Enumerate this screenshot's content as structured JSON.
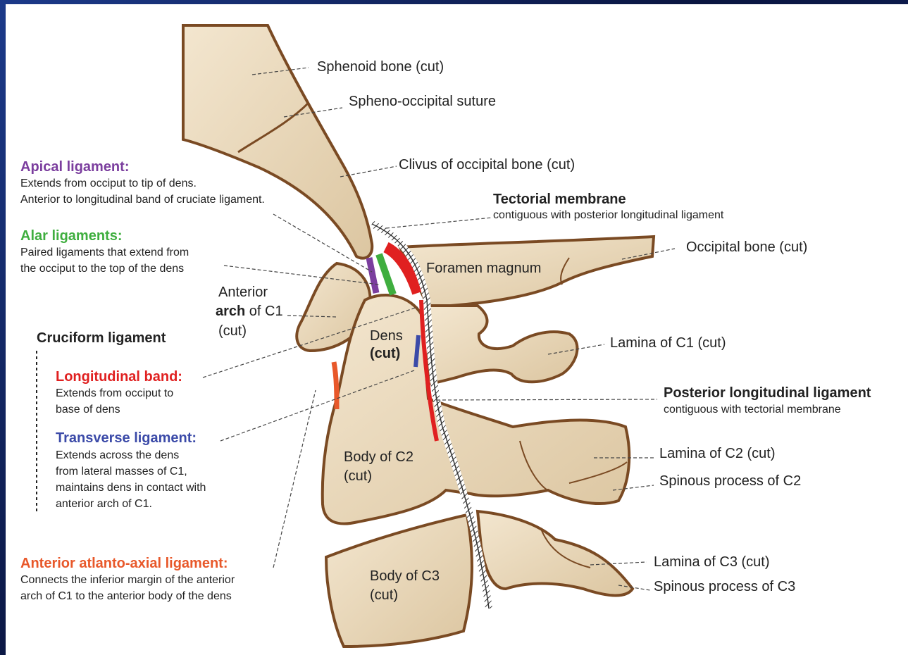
{
  "colors": {
    "bone_fill": "#ecdcc0",
    "bone_outline": "#7a4a23",
    "apical": "#7b3e9e",
    "alar": "#3fae3f",
    "longitudinal": "#e02020",
    "transverse": "#3b4aa8",
    "anterior_atlanto_axial": "#e8582a",
    "text": "#222222"
  },
  "structure_labels": {
    "sphenoid": "Sphenoid bone (cut)",
    "spheno_occipital": "Spheno-occipital suture",
    "clivus": "Clivus of occipital bone (cut)",
    "tectorial_title": "Tectorial membrane",
    "tectorial_sub": "contiguous with posterior longitudinal ligament",
    "occipital": "Occipital bone (cut)",
    "foramen": "Foramen magnum",
    "anterior_arch_line1": "Anterior",
    "anterior_arch_line2_bold": "arch",
    "anterior_arch_line2_rest": " of C1",
    "anterior_arch_line3": "(cut)",
    "dens_line1": "Dens",
    "dens_line2": "(cut)",
    "lamina_c1": "Lamina of C1 (cut)",
    "pll_title": "Posterior longitudinal ligament",
    "pll_sub": "contiguous with tectorial membrane",
    "body_c2_line1": "Body of C2",
    "body_c2_line2": "(cut)",
    "lamina_c2": "Lamina of C2 (cut)",
    "spinous_c2": "Spinous process of C2",
    "body_c3_line1": "Body of C3",
    "body_c3_line2": "(cut)",
    "lamina_c3": "Lamina of C3 (cut)",
    "spinous_c3": "Spinous process of C3"
  },
  "ligament_notes": {
    "apical_title": "Apical ligament:",
    "apical_desc": "Extends from occiput to tip of dens.\nAnterior to longitudinal band of cruciate ligament.",
    "alar_title": "Alar ligaments:",
    "alar_desc": "Paired ligaments that extend from\nthe occiput to the top of the dens",
    "cruciform_title": "Cruciform ligament",
    "longitudinal_title": "Longitudinal band:",
    "longitudinal_desc": "Extends from occiput to\nbase of dens",
    "transverse_title": "Transverse ligament:",
    "transverse_desc": "Extends across the dens\nfrom lateral masses of C1,\nmaintains dens in contact with\nanterior arch of C1.",
    "aa_title": "Anterior atlanto-axial ligament:",
    "aa_desc": "Connects the inferior margin of the anterior\narch of C1 to the anterior body of the dens"
  }
}
